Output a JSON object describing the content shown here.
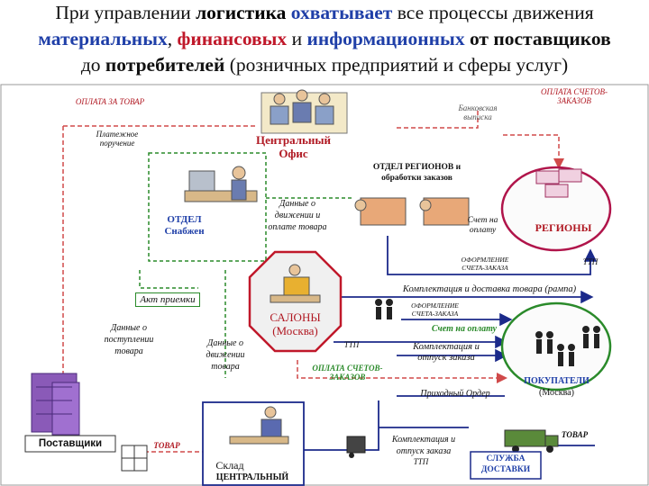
{
  "title": {
    "line1_pre": "При управлении ",
    "line1_logistics": "логистика",
    "line1_covers": " охватывает",
    "line1_post": " все процессы движения",
    "line2_material": "материальных",
    "line2_sep1": ", ",
    "line2_financial": "финансовых",
    "line2_and": " и ",
    "line2_info": "информационных",
    "line2_post": " от поставщиков",
    "line3_pre": "до ",
    "line3_consumers": "потребителей",
    "line3_post": " (розничных предприятий и сферы услуг)"
  },
  "labels": {
    "payment_for_goods": "ОПЛАТА ЗА ТОВАР",
    "payment_order": "Платежное поручение",
    "bank_statement": "Банковская выписка",
    "payment_invoices_orders": "ОПЛАТА СЧЕТОВ-ЗАКАЗОВ",
    "central_office": "Центральный Офис",
    "regions_dept": "ОТДЕЛ РЕГИОНОВ и обработки заказов",
    "supply_dept": "ОТДЕЛ Снабжен",
    "movement_payment_data": "Данные о движении и оплате товара",
    "invoice_for_payment": "Счет на оплату",
    "regions": "РЕГИОНЫ",
    "invoice_order_registration": "ОФОРМЛЕНИЕ СЧЕТА-ЗАКАЗА",
    "ttp_1": "ТТП",
    "acceptance_act": "Акт приемки",
    "picking_delivery_ramp": "Комплектация и доставка товара (рампа)",
    "receipt_data": "Данные о поступлении товара",
    "movement_data": "Данные о движении товара",
    "salons": "САЛОНЫ (Москва)",
    "invoice_order_registration_2": "ОФОРМЛЕНИЕ СЧЕТА-ЗАКАЗА",
    "invoice_for_payment_2": "Счет на оплату",
    "ttp_2": "ТТП",
    "picking_shipment": "Комплектация и отпуск заказа",
    "payment_invoice_orders_2": "ОПЛАТА СЧЕТОВ-ЗАКАЗОВ",
    "receipt_order": "Приходный Ордер",
    "buyers": "ПОКУПАТЕЛИ",
    "buyers_city": "(Москва)",
    "suppliers": "Поставщики",
    "goods_1": "ТОВАР",
    "warehouse": "Склад",
    "warehouse_central": "ЦЕНТРАЛЬНЫЙ",
    "picking_shipment_2": "Комплектация и отпуск заказа",
    "ttp_3": "ТТП",
    "delivery_service": "СЛУЖБА ДОСТАВКИ",
    "goods_2": "ТОВАР"
  },
  "colors": {
    "blue_hl": "#1f3fa8",
    "red_hl": "#c0182a",
    "dashed_red": "#d04a4a",
    "green": "#2a8a2a",
    "navy": "#1b2a8a",
    "regions_circle": "#b0144a",
    "purple": "#7a3fa8"
  }
}
